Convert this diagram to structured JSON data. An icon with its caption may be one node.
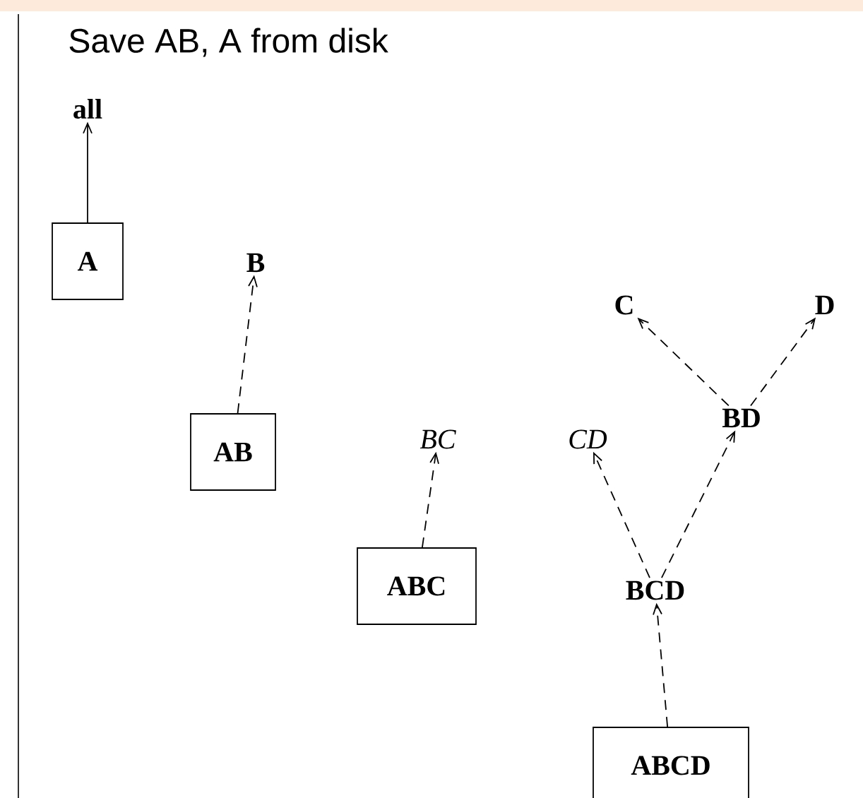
{
  "diagram": {
    "title": "Save AB, A from disk",
    "nodes": [
      {
        "text": [
          "all"
        ]
      },
      {
        "text": [
          "A"
        ]
      },
      {
        "text": [
          "B"
        ]
      },
      {
        "text": [
          "AB"
        ]
      },
      {
        "text": [
          "C"
        ]
      },
      {
        "text": [
          "D"
        ]
      },
      {
        "text": [
          "BD"
        ]
      },
      {
        "text": [
          "BC"
        ]
      },
      {
        "text": [
          "CD"
        ]
      },
      {
        "text": [
          "ABC"
        ]
      },
      {
        "text": [
          "BCD"
        ]
      },
      {
        "text": [
          "ABCD"
        ]
      }
    ],
    "edges": [
      {
        "from": 1,
        "to": 0,
        "arrow": "to"
      },
      {
        "from": 3,
        "to": 2,
        "arrow": "to",
        "style": "dashed"
      },
      {
        "from": 9,
        "to": 7,
        "arrow": "to",
        "style": "dashed"
      },
      {
        "from": 11,
        "to": 10,
        "arrow": "to",
        "style": "dashed"
      },
      {
        "from": 10,
        "to": 8,
        "arrow": "to",
        "style": "dashed"
      },
      {
        "from": 10,
        "to": 6,
        "arrow": "to",
        "style": "dashed"
      },
      {
        "from": 6,
        "to": 4,
        "arrow": "to",
        "style": "dashed"
      },
      {
        "from": 6,
        "to": 5,
        "arrow": "to",
        "style": "dashed"
      }
    ]
  }
}
